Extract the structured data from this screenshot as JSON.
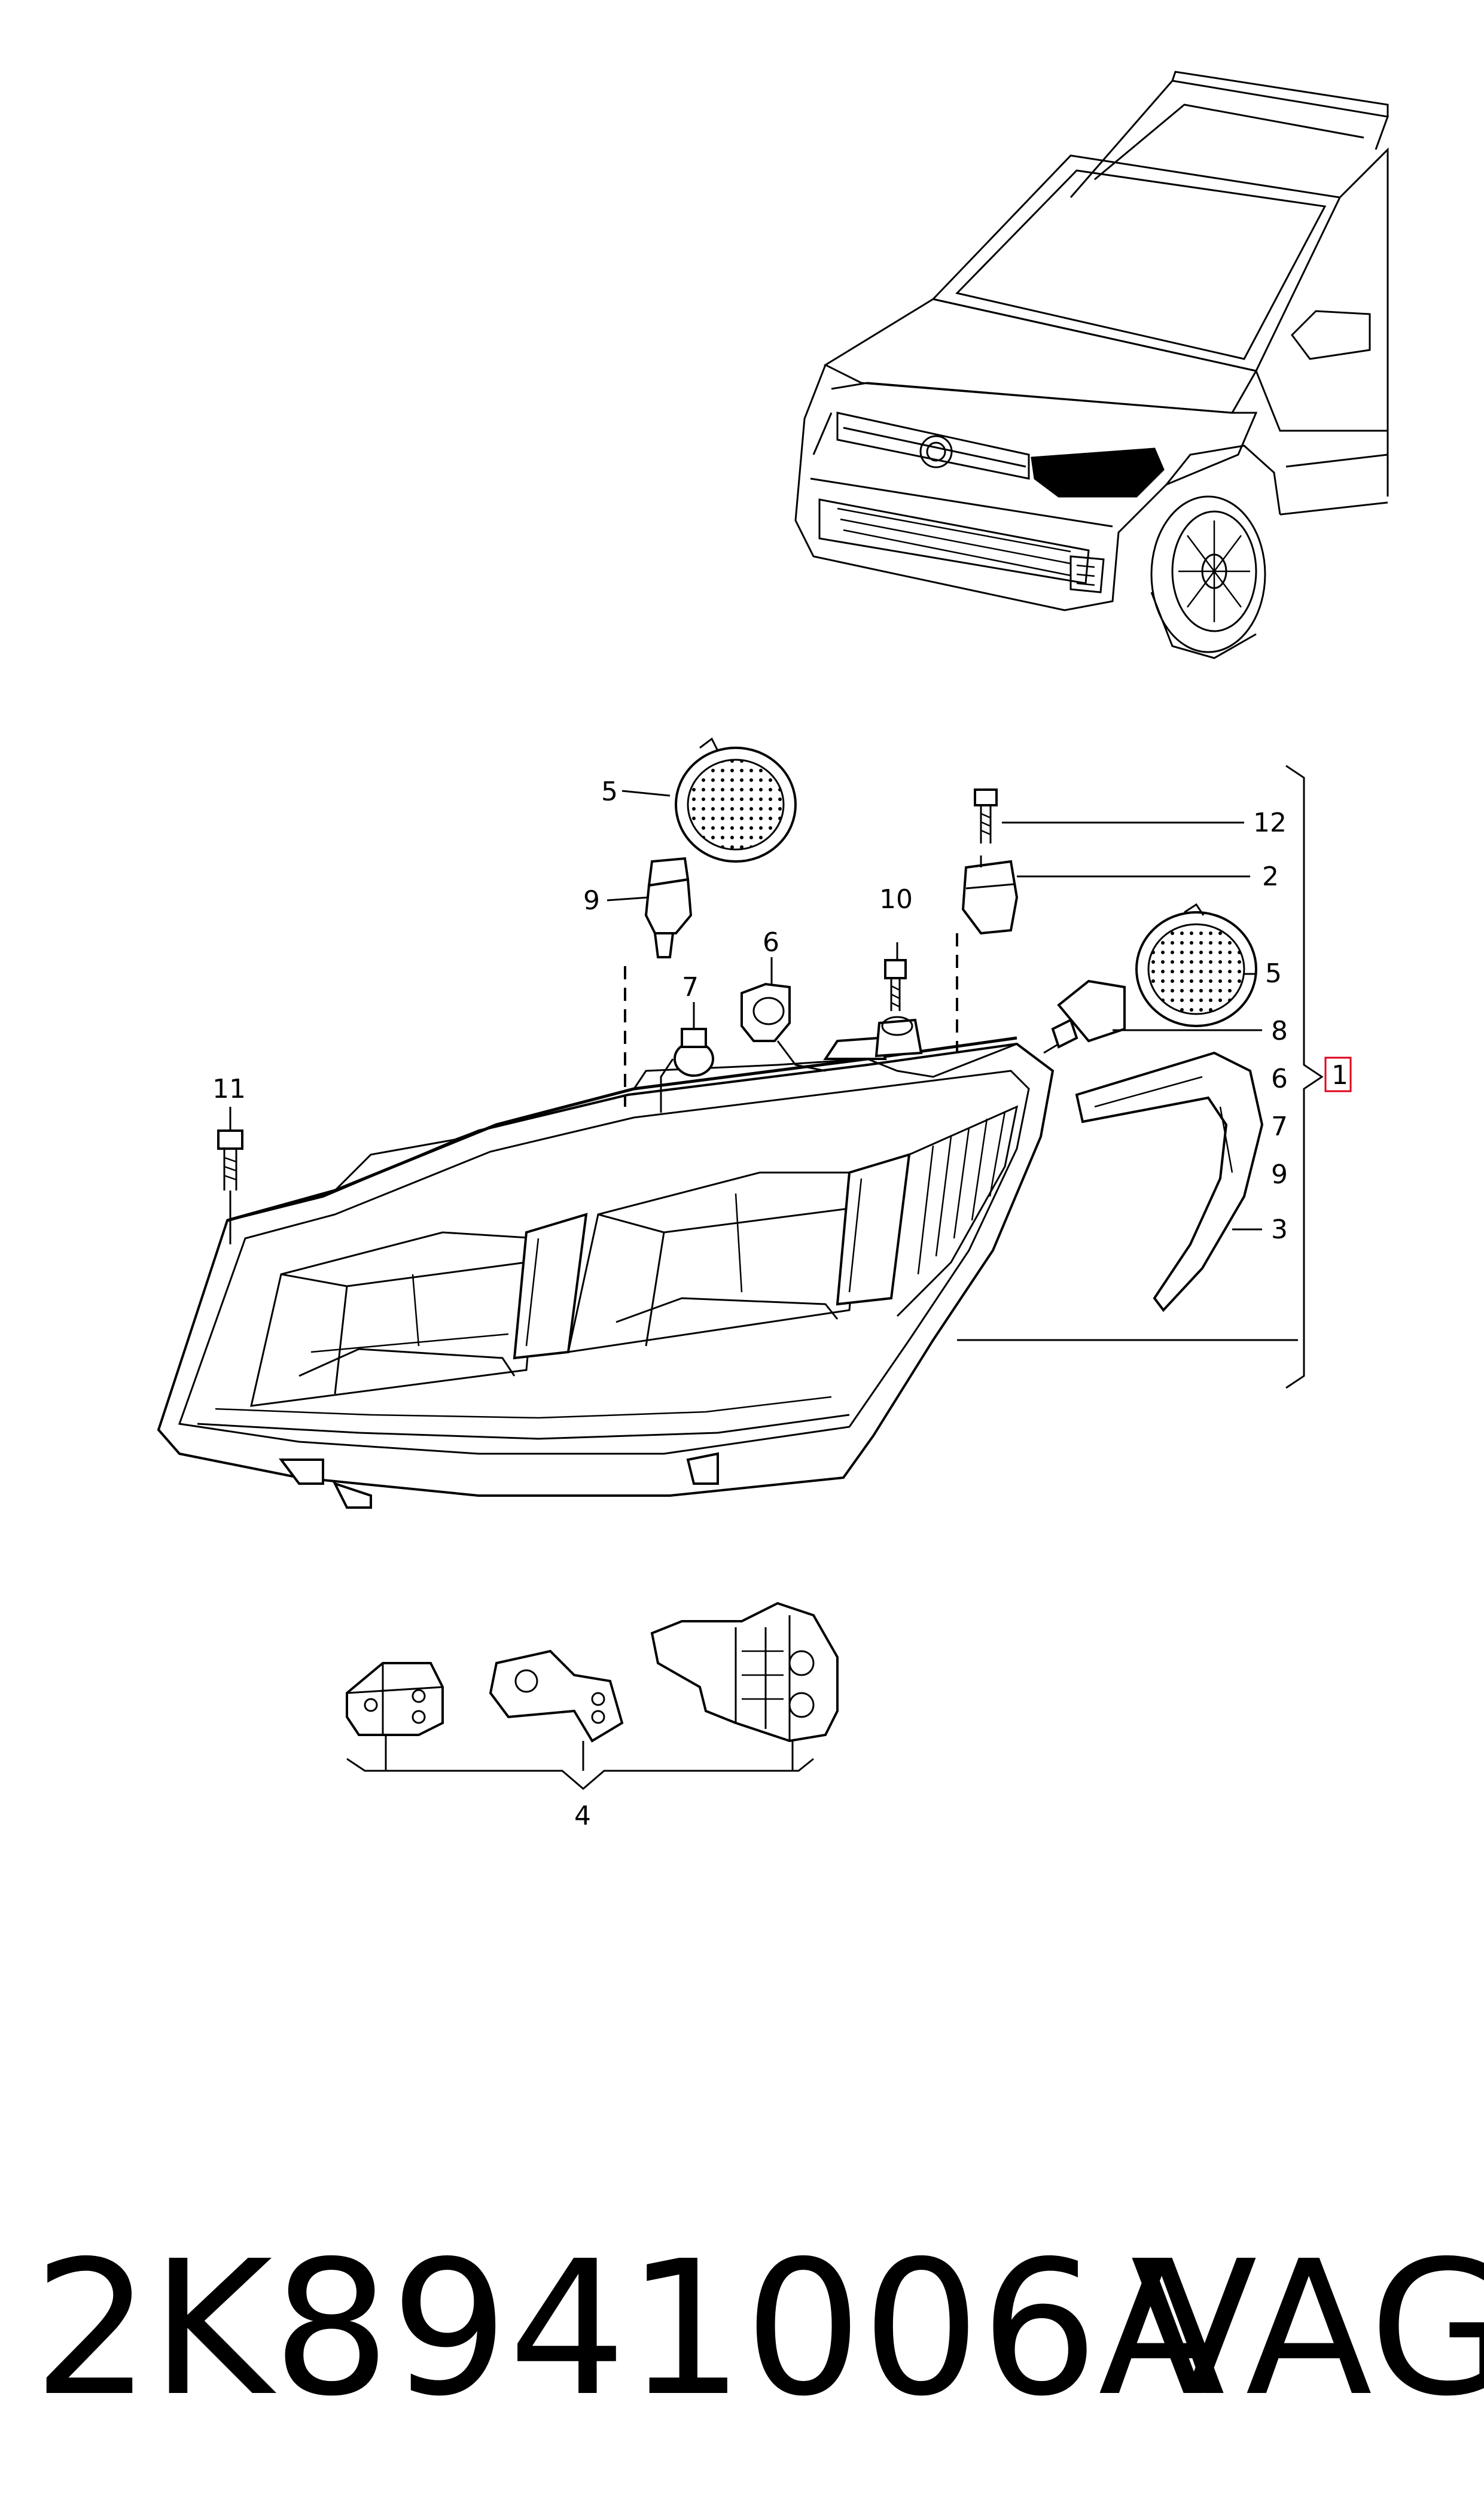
{
  "callouts": {
    "c1": "1",
    "c2": "2",
    "c3": "3",
    "c4": "4",
    "c5_top": "5",
    "c5_right": "5",
    "c6_top": "6",
    "c6_right": "6",
    "c7_left": "7",
    "c7_right": "7",
    "c8": "8",
    "c9_left": "9",
    "c9_right": "9",
    "c10": "10",
    "c11": "11",
    "c12": "12"
  },
  "footer": {
    "part_number": "2K8941006A",
    "brand": "VAG"
  },
  "colors": {
    "line": "#000000",
    "highlight_box": "#e0001b",
    "background": "#ffffff"
  }
}
